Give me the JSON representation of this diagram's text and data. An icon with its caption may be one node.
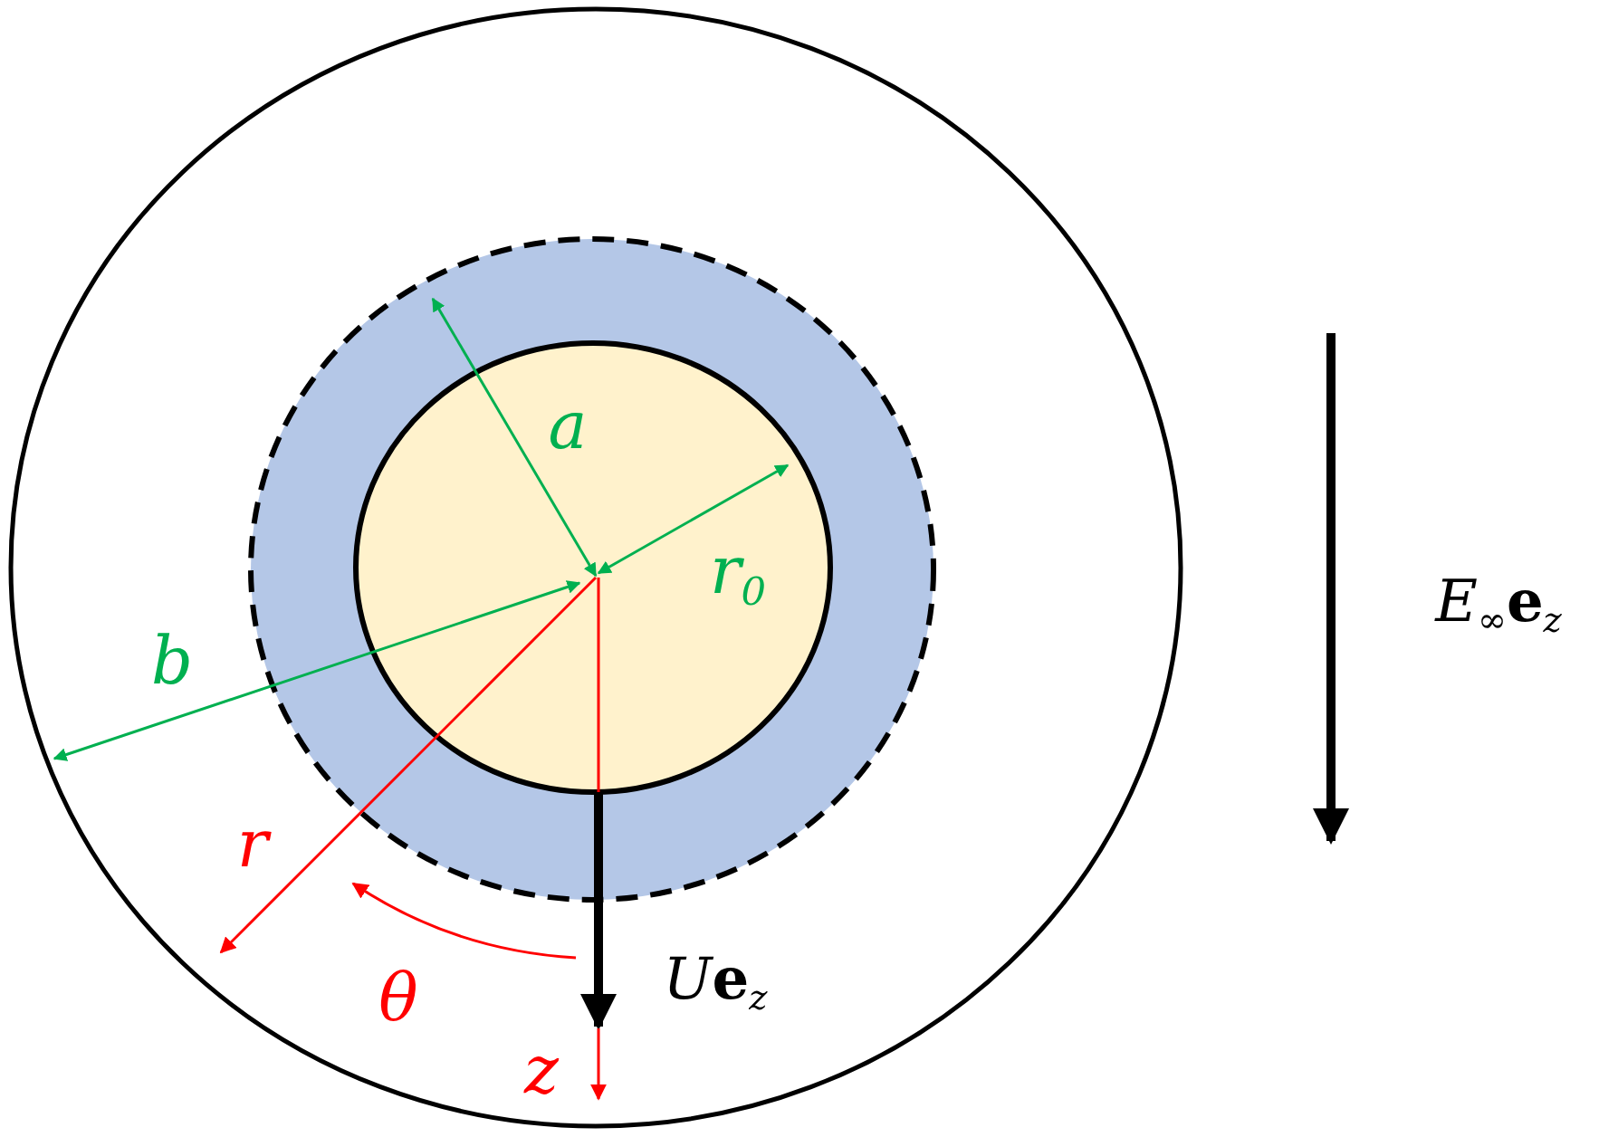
{
  "diagram": {
    "labels": [
      "a",
      "r$_{0}$",
      "E$_{∞}$**e**$_{z}$",
      "b",
      "r",
      "U**e**$_{z}$",
      "θ",
      "z"
    ]
  }
}
